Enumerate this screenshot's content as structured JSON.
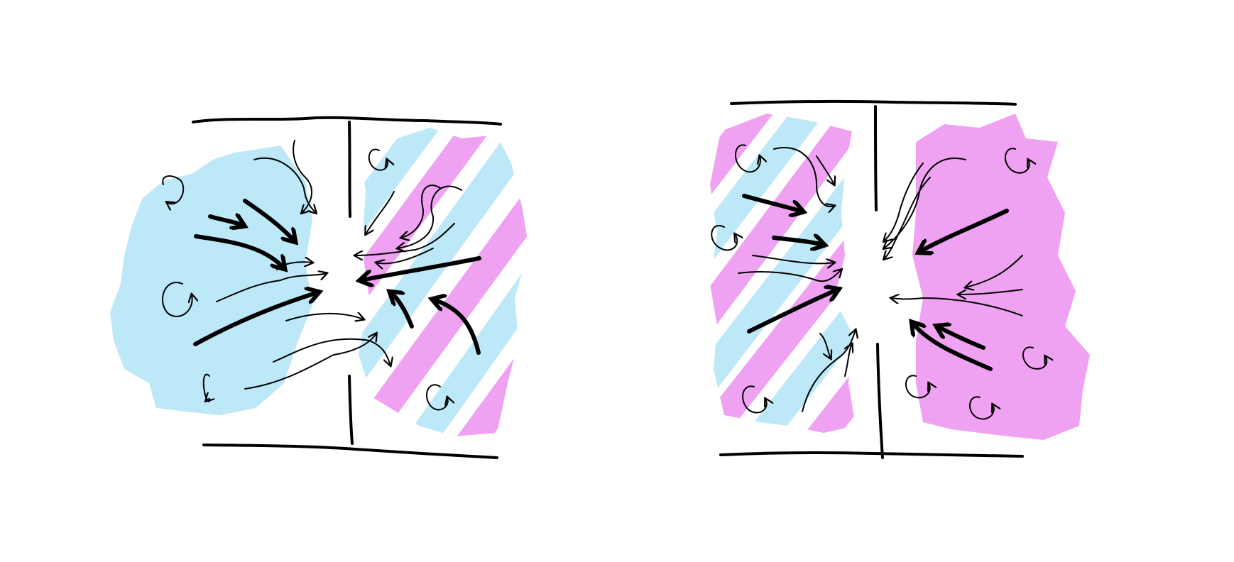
{
  "diagram": {
    "colors": {
      "background": "#ffffff",
      "ink": "#000000",
      "blue_fluid": "#bde8f8",
      "pink_fluid": "#f0a2f2",
      "overlap": "#b9a2f4"
    },
    "panels": [
      {
        "id": "left",
        "left_region": "blue",
        "right_region": "blue-pink-striped",
        "icons": [
          "swirl-icon",
          "arrow-icon",
          "wall-icon"
        ]
      },
      {
        "id": "right",
        "left_region": "blue-pink-striped",
        "right_region": "pink",
        "icons": [
          "swirl-icon",
          "arrow-icon",
          "wall-icon"
        ]
      }
    ]
  }
}
